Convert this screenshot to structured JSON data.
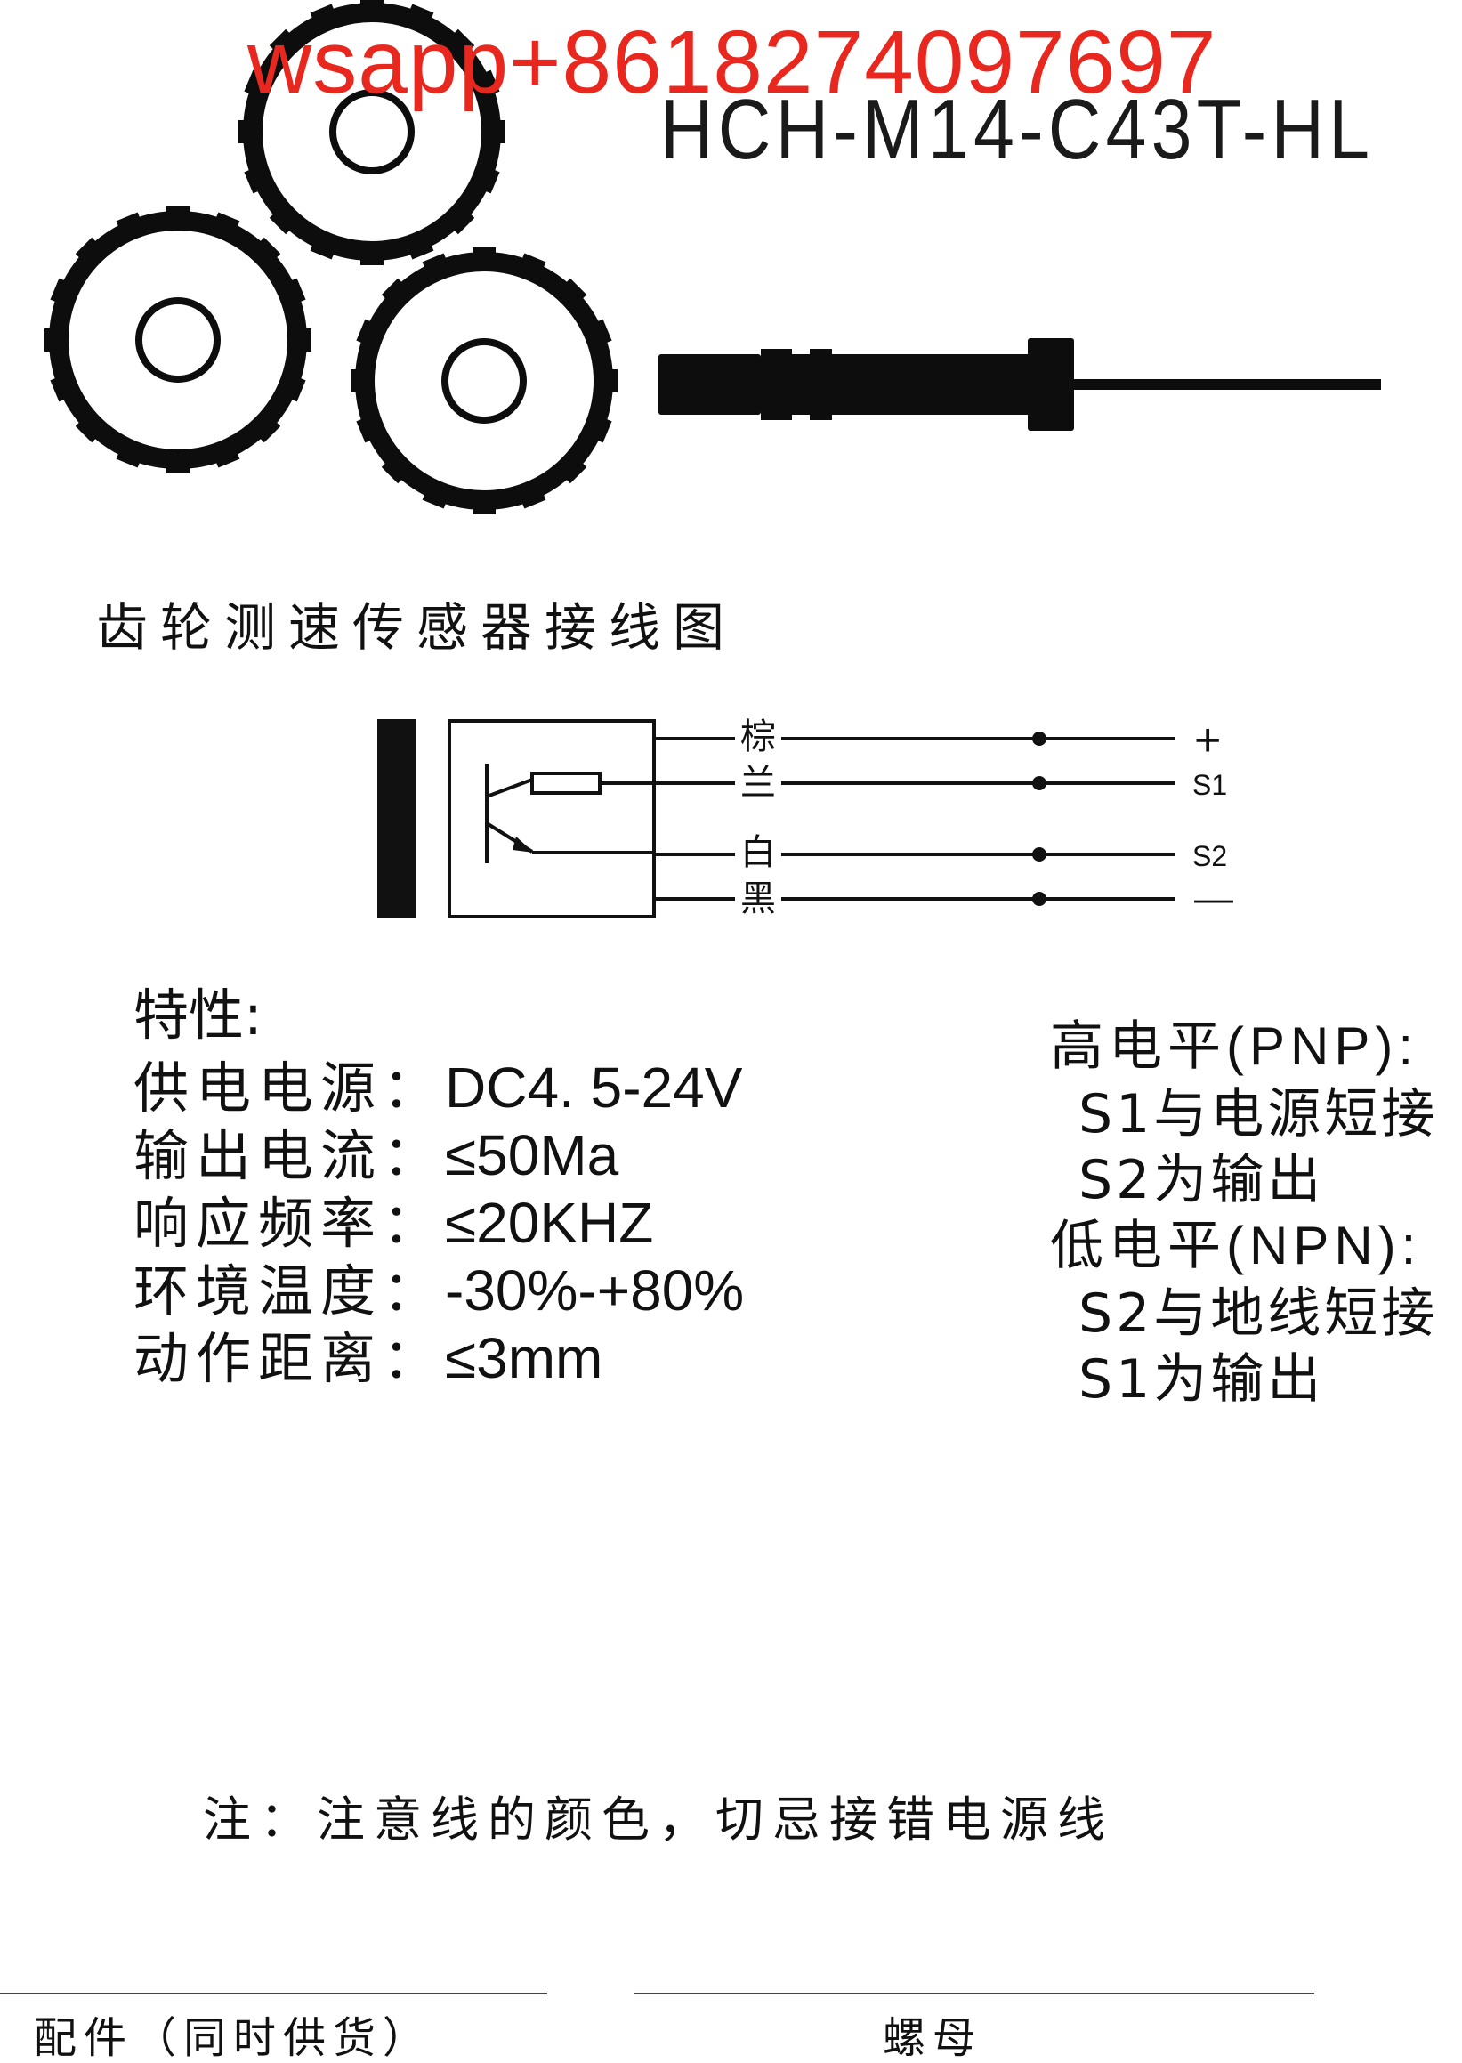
{
  "watermark": "wsapp+8618274097697",
  "model": "HCH-M14-C43T-HL",
  "diagram": {
    "title": "齿轮测速传感器接线图",
    "wires": [
      {
        "color_label": "棕",
        "terminal": "+"
      },
      {
        "color_label": "兰",
        "terminal": "S1"
      },
      {
        "color_label": "白",
        "terminal": "S2"
      },
      {
        "color_label": "黑",
        "terminal": "—"
      }
    ]
  },
  "specs": {
    "heading": "特性:",
    "items": [
      {
        "key": "供电电源：",
        "value": "DC4. 5-24V"
      },
      {
        "key": "输出电流：",
        "value": "≤50Ma"
      },
      {
        "key": "响应频率：",
        "value": "≤20KHZ"
      },
      {
        "key": "环境温度：",
        "value": "-30%-+80%"
      },
      {
        "key": "动作距离：",
        "value": "≤3mm"
      }
    ]
  },
  "levels": {
    "high": {
      "label": "高电平",
      "type": "(PNP):",
      "lines": [
        "S1与电源短接",
        "S2为输出"
      ]
    },
    "low": {
      "label": "低电平",
      "type": "(NPN):",
      "lines": [
        "S2与地线短接",
        "S1为输出"
      ]
    }
  },
  "note": "注：注意线的颜色，切忌接错电源线",
  "footer": {
    "accessories": "配件（同时供货）",
    "nut": "螺母"
  }
}
